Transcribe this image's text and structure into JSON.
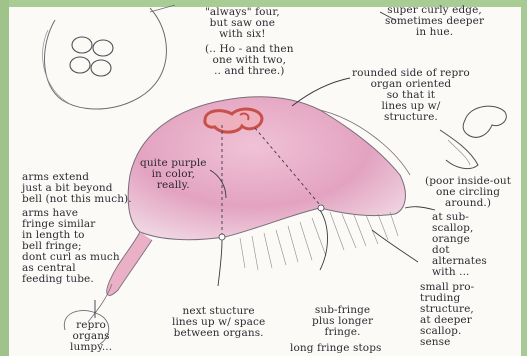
{
  "annotations": {
    "always_four": "\"always\" four,\nbut saw one\nwith six!",
    "ho_and_then": "(.. Ho - and then\none with two,\n.. and three.)",
    "super_curly": "super curly edge,\nsometimes deeper\nin hue.",
    "rounded_side": "rounded side of repro\norgan oriented\nso that it\nlines up w/\nstructure.",
    "quite_purple": "quite purple\nin color,\nreally.",
    "arms_extend": "arms extend\njust a bit beyond\nbell (not this much).",
    "arms_fringe": "arms have\nfringe similar\nin length to\nbell fringe;\ndont curl as much\nas central\nfeeding tube.",
    "poor_inside_out": "(poor inside-out\none circling\naround.)",
    "at_sub_scallop": "at sub-\nscallop,\norange\ndot\nalternates\nwith ...",
    "small_protruding": "small pro-\ntruding\nstructure,\nat deeper\nscallop.\nsense",
    "next_structure": "next stucture\nlines up w/ space\nbetween organs.",
    "sub_fringe": "sub-fringe\nplus longer\nfringe.",
    "long_fringe_stops": "long fringe stops",
    "repro_organs": "repro\norgans\nlumpy..."
  },
  "colors": {
    "paper": "#fbfaf6",
    "border_green": "#a9cc95",
    "bell_pink": "#e6a9c4",
    "organ_red": "#c8504a",
    "ink": "#2b2b33"
  }
}
